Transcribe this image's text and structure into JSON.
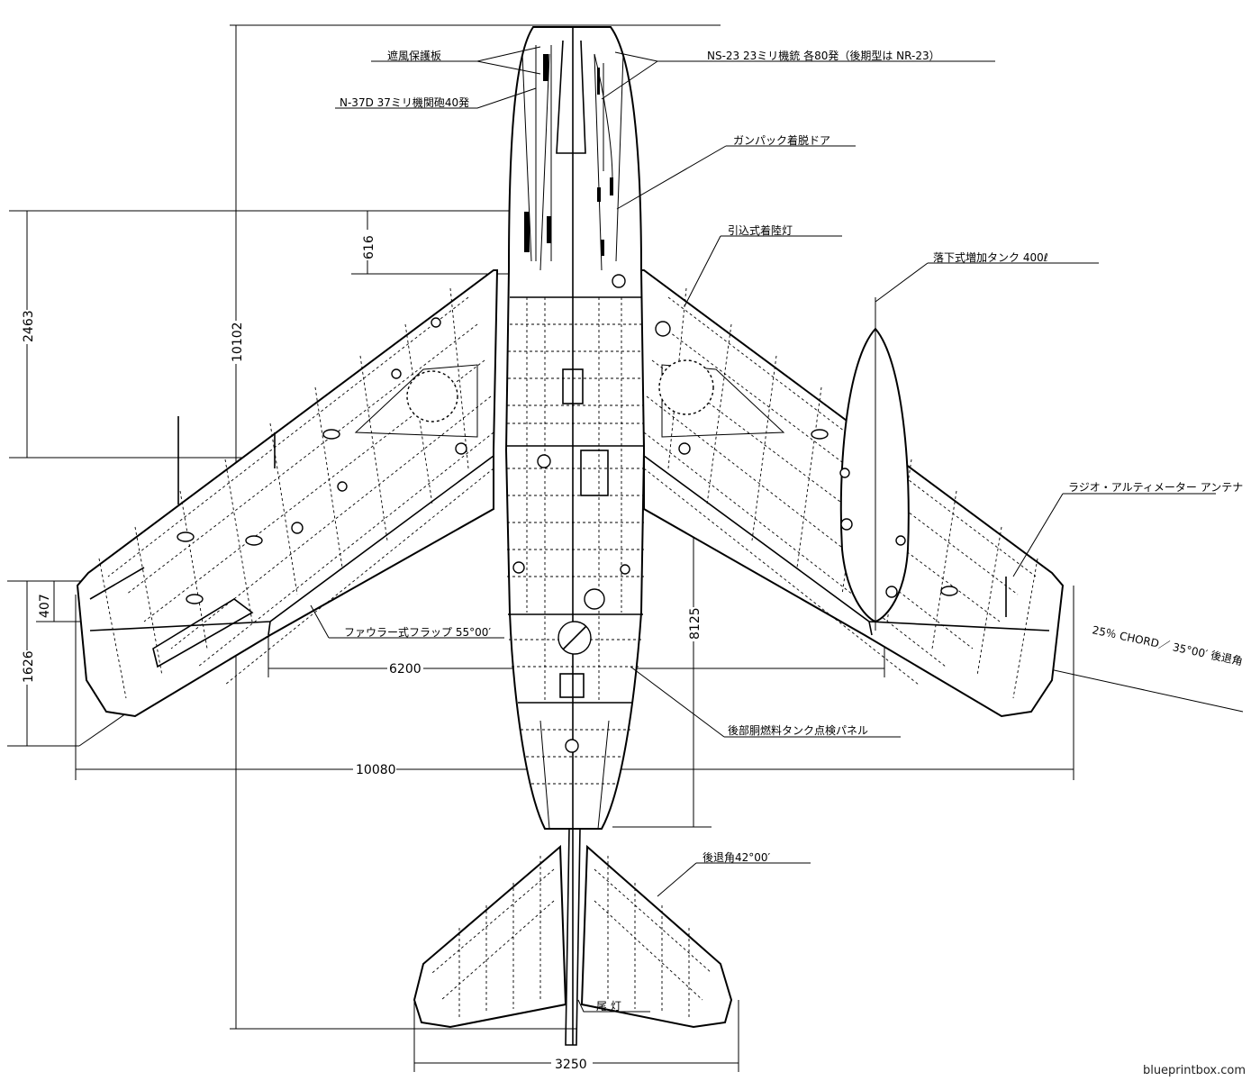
{
  "annotations": {
    "windshield": "遮風保護板",
    "n37d": "N-37D 37ミリ機関砲40発",
    "ns23": "NS-23 23ミリ機銃 各80発（後期型は NR-23）",
    "gunpack_door": "ガンパック着脱ドア",
    "landing_light": "引込式着陸灯",
    "drop_tank": "落下式増加タンク 400ℓ",
    "radio_altimeter": "ラジオ・アルティメーター アンテナ",
    "fowler_flap": "ファウラー式フラップ 55°00′",
    "chord_sweep": "25％ CHORD／ 35°00′ 後退角",
    "rear_fuel_panel": "後部胴燃料タンク点検パネル",
    "tail_sweep": "後退角42°00′",
    "tail_light": "尾 灯"
  },
  "dimensions": {
    "d616": "616",
    "d2463": "2463",
    "d10102": "10102",
    "d407": "407",
    "d1626": "1626",
    "d6200": "6200",
    "d8125": "8125",
    "d10080": "10080",
    "d3250": "3250"
  },
  "watermark": "blueprintbox.com"
}
